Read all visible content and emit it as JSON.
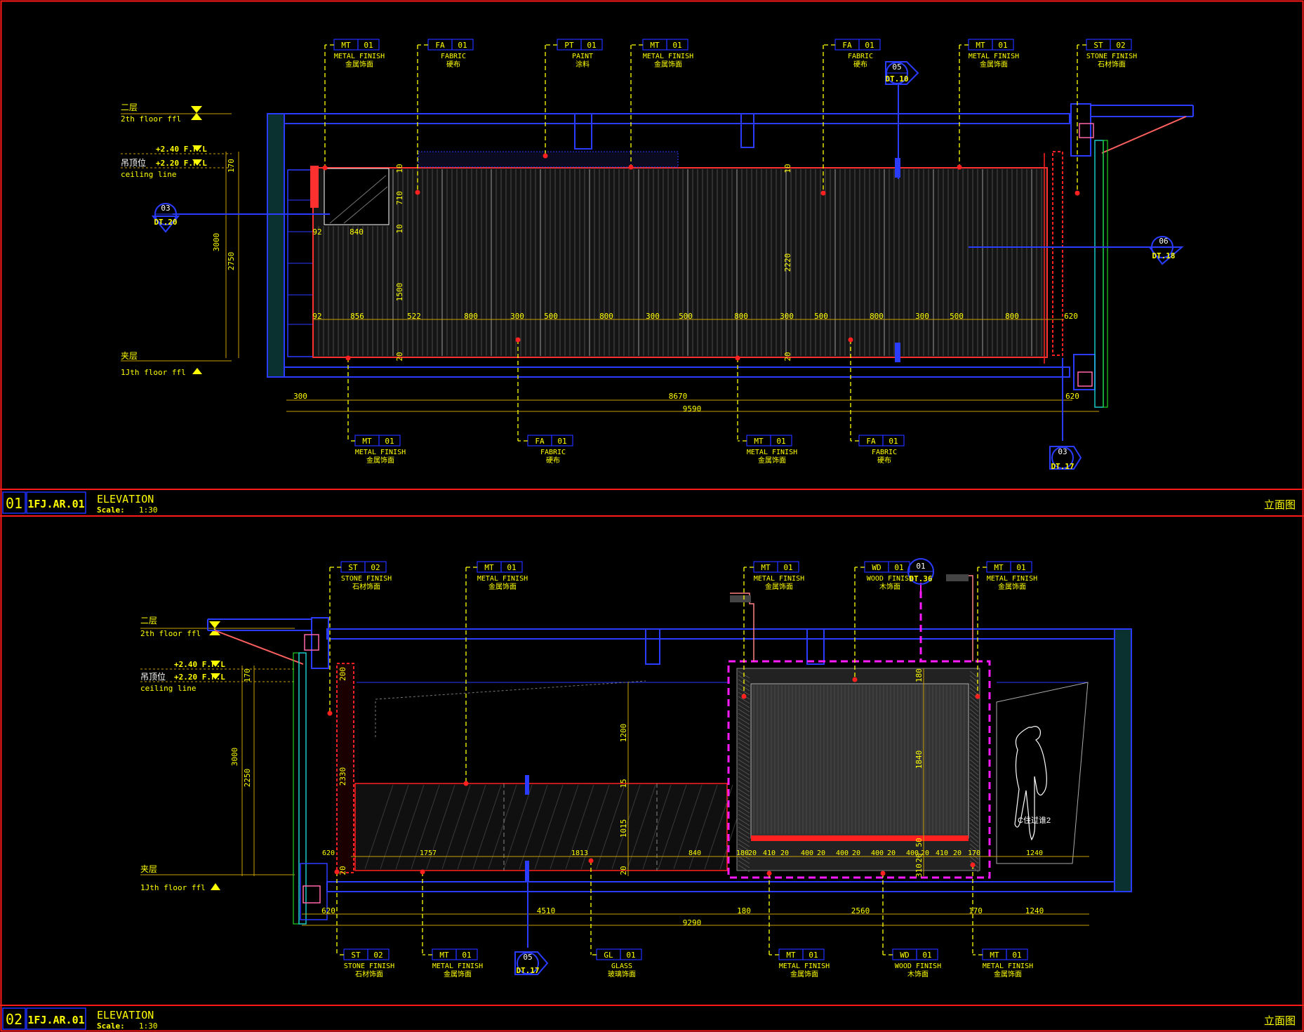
{
  "panels": [
    {
      "number": "01",
      "sheet": "1FJ.AR.01",
      "title": "ELEVATION",
      "scale_label": "Scale:",
      "scale_value": "1:30",
      "title_cn": "立面图",
      "levels": {
        "second_floor_cn": "二层",
        "second_floor_en": "2th floor ffl",
        "ceiling_cn": "吊顶位",
        "ceiling_en": "ceiling line",
        "ffl_a": "+2.40 F.F.L",
        "ffl_b": "+2.20 F.F.L",
        "mezz_cn": "夹层",
        "mezz_en": "1Jth floor ffl"
      },
      "top_tags": [
        {
          "code": "MT",
          "num": "01",
          "en": "METAL FINISH",
          "cn": "金属饰面"
        },
        {
          "code": "FA",
          "num": "01",
          "en": "FABRIC",
          "cn": "硬布"
        },
        {
          "code": "PT",
          "num": "01",
          "en": "PAINT",
          "cn": "涂料"
        },
        {
          "code": "MT",
          "num": "01",
          "en": "METAL FINISH",
          "cn": "金属饰面"
        },
        {
          "code": "FA",
          "num": "01",
          "en": "FABRIC",
          "cn": "硬布"
        },
        {
          "code": "MT",
          "num": "01",
          "en": "METAL FINISH",
          "cn": "金属饰面"
        },
        {
          "code": "ST",
          "num": "02",
          "en": "STONE FINISH",
          "cn": "石材饰面"
        }
      ],
      "bottom_tags": [
        {
          "code": "MT",
          "num": "01",
          "en": "METAL FINISH",
          "cn": "金属饰面"
        },
        {
          "code": "FA",
          "num": "01",
          "en": "FABRIC",
          "cn": "硬布"
        },
        {
          "code": "MT",
          "num": "01",
          "en": "METAL FINISH",
          "cn": "金属饰面"
        },
        {
          "code": "FA",
          "num": "01",
          "en": "FABRIC",
          "cn": "硬布"
        }
      ],
      "callouts": [
        {
          "num": "05",
          "ref": "DT.10"
        },
        {
          "num": "03",
          "ref": "DT.20"
        },
        {
          "num": "06",
          "ref": "DT.18"
        },
        {
          "num": "03",
          "ref": "DT.17"
        }
      ],
      "h_dims": [
        "92",
        "856",
        "522",
        "800",
        "300",
        "500",
        "800",
        "300",
        "500",
        "800",
        "300",
        "500",
        "800",
        "300",
        "500",
        "800",
        "620"
      ],
      "overall_dims": [
        "300",
        "8670",
        "620",
        "9590"
      ],
      "v_dims": [
        "170",
        "3000",
        "2750",
        "10",
        "710",
        "10",
        "1500",
        "20",
        "2220",
        "10",
        "20",
        "840",
        "92"
      ]
    },
    {
      "number": "02",
      "sheet": "1FJ.AR.01",
      "title": "ELEVATION",
      "scale_label": "Scale:",
      "scale_value": "1:30",
      "title_cn": "立面图",
      "levels": {
        "second_floor_cn": "二层",
        "second_floor_en": "2th floor ffl",
        "ceiling_cn": "吊顶位",
        "ceiling_en": "ceiling line",
        "ffl_a": "+2.40 F.F.L",
        "ffl_b": "+2.20 F.F.L",
        "mezz_cn": "夹层",
        "mezz_en": "1Jth floor ffl"
      },
      "top_tags": [
        {
          "code": "ST",
          "num": "02",
          "en": "STONE FINISH",
          "cn": "石材饰面"
        },
        {
          "code": "MT",
          "num": "01",
          "en": "METAL FINISH",
          "cn": "金属饰面"
        },
        {
          "code": "MT",
          "num": "01",
          "en": "METAL FINISH",
          "cn": "金属饰面"
        },
        {
          "code": "WD",
          "num": "01",
          "en": "WOOD FINISH",
          "cn": "木饰面"
        },
        {
          "code": "MT",
          "num": "01",
          "en": "METAL FINISH",
          "cn": "金属饰面"
        }
      ],
      "bottom_tags": [
        {
          "code": "ST",
          "num": "02",
          "en": "STONE FINISH",
          "cn": "石材饰面"
        },
        {
          "code": "MT",
          "num": "01",
          "en": "METAL FINISH",
          "cn": "金属饰面"
        },
        {
          "code": "GL",
          "num": "01",
          "en": "GLASS",
          "cn": "玻璃饰面"
        },
        {
          "code": "MT",
          "num": "01",
          "en": "METAL FINISH",
          "cn": "金属饰面"
        },
        {
          "code": "WD",
          "num": "01",
          "en": "WOOD FINISH",
          "cn": "木饰面"
        },
        {
          "code": "MT",
          "num": "01",
          "en": "METAL FINISH",
          "cn": "金属饰面"
        }
      ],
      "callouts": [
        {
          "num": "01",
          "ref": "DT.36"
        },
        {
          "num": "05",
          "ref": "DT.17"
        }
      ],
      "h_dims": [
        "620",
        "1757",
        "1813",
        "840",
        "180",
        "20",
        "410",
        "20",
        "400",
        "20",
        "400",
        "20",
        "400",
        "20",
        "400",
        "20",
        "410",
        "20",
        "170",
        "1240"
      ],
      "overall_dims": [
        "620",
        "4510",
        "180",
        "2560",
        "170",
        "1240",
        "9290"
      ],
      "v_dims": [
        "170",
        "3000",
        "2250",
        "200",
        "2330",
        "1200",
        "15",
        "1015",
        "20",
        "20",
        "180",
        "1840",
        "50",
        "20",
        "310"
      ],
      "figure_note": "C住过谁2"
    }
  ],
  "colors": {
    "background": "#000000",
    "frame": "#ff1a1a",
    "annotation": "#ffff00",
    "wall": "#2a3cff",
    "accent_red": "#ff2020",
    "magenta": "#ff1aff",
    "teal": "#19c8c8",
    "dim": "#c8a000"
  }
}
